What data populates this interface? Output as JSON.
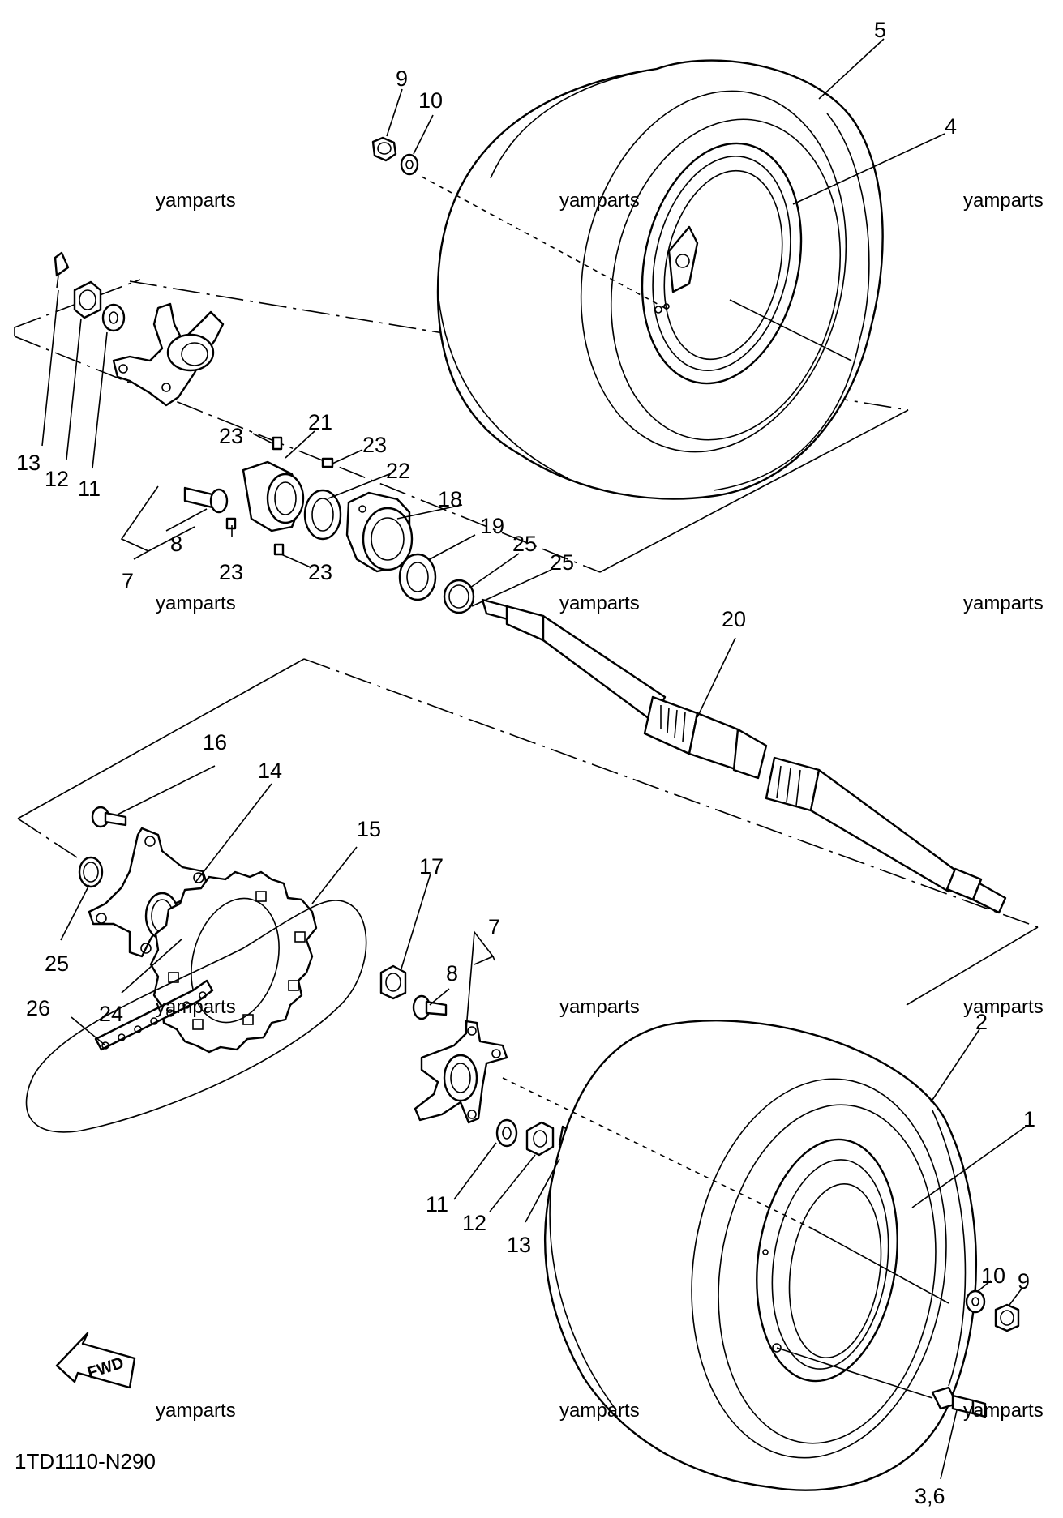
{
  "diagram_code": "1TD1110-N290",
  "watermark": "yamparts",
  "fwd_label": "FWD",
  "callouts": {
    "c1": "1",
    "c2": "2",
    "c3_6": "3,6",
    "c4": "4",
    "c5": "5",
    "c7a": "7",
    "c7b": "7",
    "c8a": "8",
    "c8b": "8",
    "c9a": "9",
    "c9b": "9",
    "c10a": "10",
    "c10b": "10",
    "c11a": "11",
    "c11b": "11",
    "c12a": "12",
    "c12b": "12",
    "c13a": "13",
    "c13b": "13",
    "c14": "14",
    "c15": "15",
    "c16": "16",
    "c17": "17",
    "c18": "18",
    "c19": "19",
    "c20": "20",
    "c21": "21",
    "c22": "22",
    "c23a": "23",
    "c23b": "23",
    "c23c": "23",
    "c23d": "23",
    "c24": "24",
    "c25a": "25",
    "c25b": "25",
    "c25c": "25",
    "c26": "26"
  }
}
